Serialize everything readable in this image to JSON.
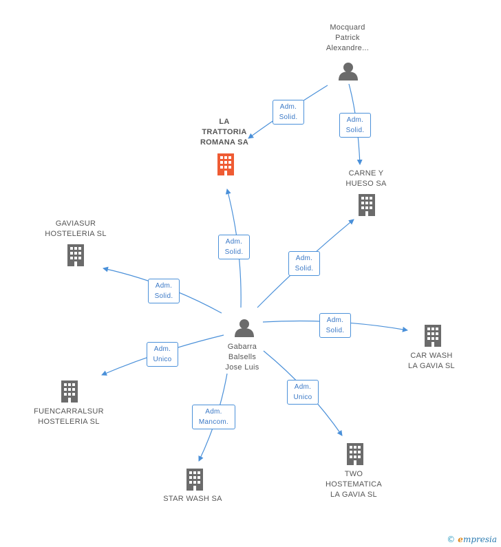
{
  "colors": {
    "edge": "#4a90d9",
    "building_gray": "#6b6b6b",
    "building_main": "#ef5b33",
    "person": "#6b6b6b"
  },
  "nodes": {
    "mocquard": {
      "label": "Mocquard\nPatrick\nAlexandre...",
      "icon": "person-icon"
    },
    "gabarra": {
      "label": "Gabarra\nBalsells\nJose Luis",
      "icon": "person-icon"
    },
    "trattoria": {
      "label": "LA\nTRATTORIA\nROMANA SA",
      "icon": "building-icon"
    },
    "carne": {
      "label": "CARNE Y\nHUESO SA",
      "icon": "building-icon"
    },
    "gaviasur": {
      "label": "GAVIASUR\nHOSTELERIA SL",
      "icon": "building-icon"
    },
    "carwash": {
      "label": "CAR WASH\nLA GAVIA SL",
      "icon": "building-icon"
    },
    "fuencarral": {
      "label": "FUENCARRALSUR\nHOSTELERIA SL",
      "icon": "building-icon"
    },
    "starwash": {
      "label": "STAR WASH SA",
      "icon": "building-icon"
    },
    "two": {
      "label": "TWO\nHOSTEMATICA\nLA GAVIA  SL",
      "icon": "building-icon"
    }
  },
  "edges": {
    "mocquard_trattoria": "Adm.\nSolid.",
    "mocquard_carne": "Adm.\nSolid.",
    "gabarra_trattoria": "Adm.\nSolid.",
    "gabarra_carne": "Adm.\nSolid.",
    "gabarra_gaviasur": "Adm.\nSolid.",
    "gabarra_carwash": "Adm.\nSolid.",
    "gabarra_fuencarral": "Adm.\nUnico",
    "gabarra_starwash": "Adm.\nMancom.",
    "gabarra_two": "Adm.\nUnico"
  },
  "footer": {
    "copyright": "©",
    "brand_initial": "e",
    "brand_rest": "mpresia"
  }
}
